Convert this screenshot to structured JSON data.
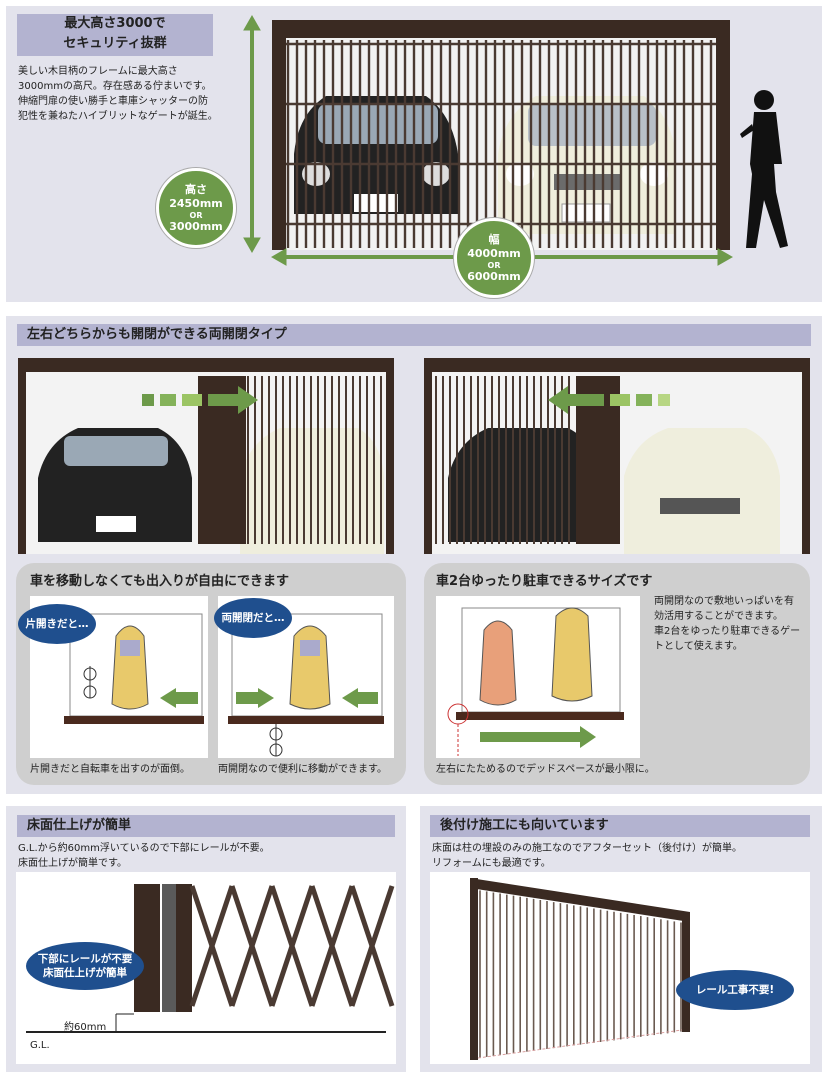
{
  "hero": {
    "title_line1": "最大高さ3000で",
    "title_line2": "セキュリティ抜群",
    "desc_line1": "美しい木目柄のフレームに最大高さ",
    "desc_line2": "3000mmの高尺。存在感ある佇まいです。",
    "desc_line3": "伸縮門扉の使い勝手と車庫シャッターの防",
    "desc_line4": "犯性を兼ねたハイブリットなゲートが誕生。",
    "height_label": "高さ",
    "height_value1": "2450mm",
    "height_or": "OR",
    "height_value2": "3000mm",
    "width_label": "幅",
    "width_value1": "4000mm",
    "width_or": "OR",
    "width_value2": "6000mm"
  },
  "section2": {
    "title": "左右どちらからも開閉ができる両開閉タイプ",
    "left_box_title": "車を移動しなくても出入りが自由にできます",
    "bubble_left": "片開きだと…",
    "bubble_right": "両開閉だと…",
    "caption_left": "片開きだと自転車を出すのが面倒。",
    "caption_right": "両開閉なので便利に移動ができます。",
    "right_box_title": "車2台ゆったり駐車できるサイズです",
    "right_desc_line1": "両開閉なので敷地いっぱいを有",
    "right_desc_line2": "効活用することができます。",
    "right_desc_line3": "車2台をゆったり駐車できるゲー",
    "right_desc_line4": "トとして使えます。",
    "right_caption": "左右にたためるのでデッドスペースが最小限に。"
  },
  "section3": {
    "title": "床面仕上げが簡単",
    "desc_line1": "G.L.から約60mm浮いているので下部にレールが不要。",
    "desc_line2": "床面仕上げが簡単です。",
    "bubble_line1": "下部にレールが不要",
    "bubble_line2": "床面仕上げが簡単",
    "gap_label": "約60mm",
    "gl_label": "G.L."
  },
  "section4": {
    "title": "後付け施工にも向いています",
    "desc_line1": "床面は柱の埋設のみの施工なのでアフターセット（後付け）が簡単。",
    "desc_line2": "リフォームにも最適です。",
    "bubble": "レール工事不要!"
  },
  "colors": {
    "panel_bg": "#e3e3ec",
    "title_bar": "#b3b3d0",
    "accent_green": "#6d9a4a",
    "bubble_blue": "#1f4f8e",
    "frame_brown": "#3a2a22"
  }
}
